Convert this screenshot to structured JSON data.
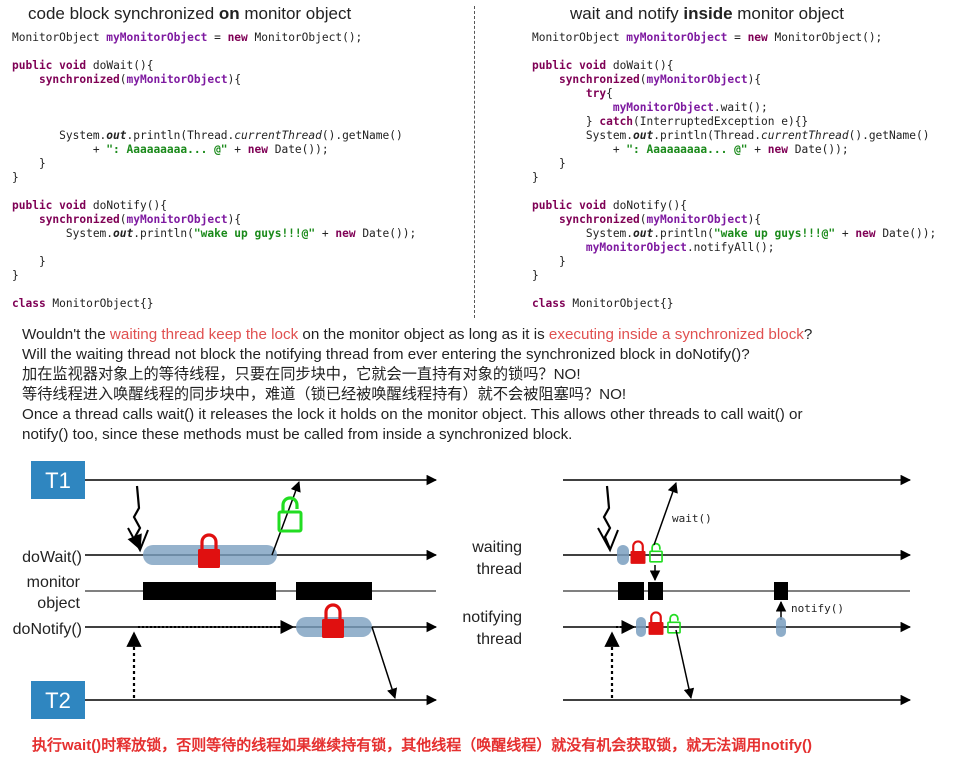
{
  "left_heading": {
    "pre": "code block synchronized ",
    "bold": "on",
    "post": " monitor object"
  },
  "right_heading": {
    "pre": "wait and notify ",
    "bold": "inside",
    "post": " monitor object"
  },
  "code_left": [
    [
      [
        "",
        "MonitorObject "
      ],
      [
        "fld",
        "myMonitorObject"
      ],
      [
        "",
        " = "
      ],
      [
        "kw",
        "new"
      ],
      [
        "",
        " MonitorObject();"
      ]
    ],
    [],
    [
      [
        "kw",
        "public"
      ],
      [
        "",
        " "
      ],
      [
        "kw",
        "void"
      ],
      [
        "",
        " doWait(){"
      ]
    ],
    [
      [
        "",
        "    "
      ],
      [
        "kw",
        "synchronized"
      ],
      [
        "",
        "("
      ],
      [
        "fld",
        "myMonitorObject"
      ],
      [
        "",
        "){"
      ]
    ],
    [],
    [],
    [],
    [
      [
        "",
        "       System."
      ],
      [
        "itb",
        "out"
      ],
      [
        "",
        ".println(Thread."
      ],
      [
        "it",
        "currentThread"
      ],
      [
        "",
        "().getName()"
      ]
    ],
    [
      [
        "",
        "            + "
      ],
      [
        "str",
        "\": Aaaaaaaaa... @\""
      ],
      [
        "",
        " + "
      ],
      [
        "kw",
        "new"
      ],
      [
        "",
        " Date());"
      ]
    ],
    [
      [
        "",
        "    }"
      ]
    ],
    [
      [
        "",
        "}"
      ]
    ],
    [],
    [
      [
        "kw",
        "public"
      ],
      [
        "",
        " "
      ],
      [
        "kw",
        "void"
      ],
      [
        "",
        " doNotify(){"
      ]
    ],
    [
      [
        "",
        "    "
      ],
      [
        "kw",
        "synchronized"
      ],
      [
        "",
        "("
      ],
      [
        "fld",
        "myMonitorObject"
      ],
      [
        "",
        "){"
      ]
    ],
    [
      [
        "",
        "        System."
      ],
      [
        "itb",
        "out"
      ],
      [
        "",
        ".println("
      ],
      [
        "str",
        "\"wake up guys!!!@\""
      ],
      [
        "",
        " + "
      ],
      [
        "kw",
        "new"
      ],
      [
        "",
        " Date());"
      ]
    ],
    [],
    [
      [
        "",
        "    }"
      ]
    ],
    [
      [
        "",
        "}"
      ]
    ],
    [],
    [
      [
        "kw",
        "class"
      ],
      [
        "",
        " MonitorObject{}"
      ]
    ]
  ],
  "code_right": [
    [
      [
        "",
        "MonitorObject "
      ],
      [
        "fld",
        "myMonitorObject"
      ],
      [
        "",
        " = "
      ],
      [
        "kw",
        "new"
      ],
      [
        "",
        " MonitorObject();"
      ]
    ],
    [],
    [
      [
        "kw",
        "public"
      ],
      [
        "",
        " "
      ],
      [
        "kw",
        "void"
      ],
      [
        "",
        " doWait(){"
      ]
    ],
    [
      [
        "",
        "    "
      ],
      [
        "kw",
        "synchronized"
      ],
      [
        "",
        "("
      ],
      [
        "fld",
        "myMonitorObject"
      ],
      [
        "",
        "){"
      ]
    ],
    [
      [
        "",
        "        "
      ],
      [
        "kw",
        "try"
      ],
      [
        "",
        "{"
      ]
    ],
    [
      [
        "",
        "            "
      ],
      [
        "fld",
        "myMonitorObject"
      ],
      [
        "",
        ".wait();"
      ]
    ],
    [
      [
        "",
        "        } "
      ],
      [
        "kw",
        "catch"
      ],
      [
        "",
        "(InterruptedException e){}"
      ]
    ],
    [
      [
        "",
        "        System."
      ],
      [
        "itb",
        "out"
      ],
      [
        "",
        ".println(Thread."
      ],
      [
        "it",
        "currentThread"
      ],
      [
        "",
        "().getName()"
      ]
    ],
    [
      [
        "",
        "            + "
      ],
      [
        "str",
        "\": Aaaaaaaaa... @\""
      ],
      [
        "",
        " + "
      ],
      [
        "kw",
        "new"
      ],
      [
        "",
        " Date());"
      ]
    ],
    [
      [
        "",
        "    }"
      ]
    ],
    [
      [
        "",
        "}"
      ]
    ],
    [],
    [
      [
        "kw",
        "public"
      ],
      [
        "",
        " "
      ],
      [
        "kw",
        "void"
      ],
      [
        "",
        " doNotify(){"
      ]
    ],
    [
      [
        "",
        "    "
      ],
      [
        "kw",
        "synchronized"
      ],
      [
        "",
        "("
      ],
      [
        "fld",
        "myMonitorObject"
      ],
      [
        "",
        "){"
      ]
    ],
    [
      [
        "",
        "        System."
      ],
      [
        "itb",
        "out"
      ],
      [
        "",
        ".println("
      ],
      [
        "str",
        "\"wake up guys!!!@\""
      ],
      [
        "",
        " + "
      ],
      [
        "kw",
        "new"
      ],
      [
        "",
        " Date());"
      ]
    ],
    [
      [
        "",
        "        "
      ],
      [
        "fld",
        "myMonitorObject"
      ],
      [
        "",
        ".notifyAll();"
      ]
    ],
    [
      [
        "",
        "    }"
      ]
    ],
    [
      [
        "",
        "}"
      ]
    ],
    [],
    [
      [
        "kw",
        "class"
      ],
      [
        "",
        " MonitorObject{}"
      ]
    ]
  ],
  "explanation": {
    "q1_pre": "Wouldn't the ",
    "q1_hl1": "waiting thread keep the lock",
    "q1_mid": " on the monitor object as long as it is ",
    "q1_hl2": "executing inside a synchronized block",
    "q1_post": "?",
    "q2": "Will the waiting thread not block the notifying thread from ever entering the synchronized block in doNotify()?",
    "zh1": "加在监视器对象上的等待线程，只要在同步块中，它就会一直持有对象的锁吗？NO!",
    "zh2": "等待线程进入唤醒线程的同步块中，难道（锁已经被唤醒线程持有）就不会被阻塞吗？NO!",
    "a1": "Once a thread calls wait() it releases the lock it holds on the monitor object. This allows other threads to call wait() or",
    "a2": "notify() too, since these methods must be called from inside a synchronized block."
  },
  "diagram_left": {
    "t1": "T1",
    "t2": "T2",
    "do_wait": "doWait()",
    "monitor_line1": "monitor",
    "monitor_line2": "object",
    "do_notify": "doNotify()"
  },
  "diagram_right": {
    "waiting_line1": "waiting",
    "waiting_line2": "thread",
    "notifying_line1": "notifying",
    "notifying_line2": "thread",
    "wait_call": "wait()",
    "notify_call": "notify()"
  },
  "footnote": {
    "p1": "执行",
    "b1": "wait()",
    "p2": "时释放锁，否则等待的线程如果继续持有锁，其他线程（唤醒线程）就没有机会获取锁，就无法调用",
    "b2": "notify()"
  },
  "colors": {
    "lock_red": "#e01010",
    "unlock_green": "#22dd22",
    "pill_blue": "#7a9fbf",
    "tbox_blue": "#2f86c0",
    "highlight": "#e05050"
  }
}
